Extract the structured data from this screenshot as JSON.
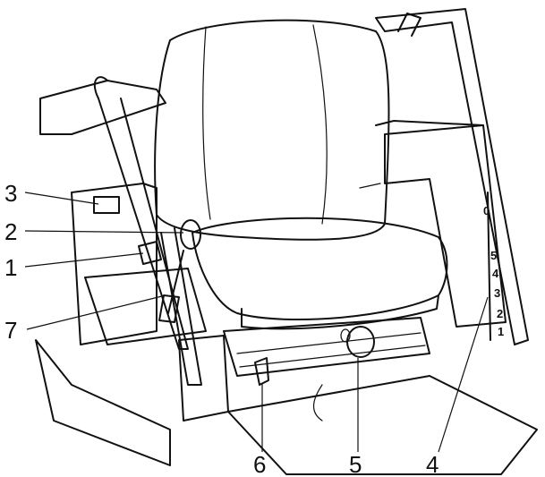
{
  "callouts": [
    {
      "id": "1",
      "label": "1"
    },
    {
      "id": "2",
      "label": "2"
    },
    {
      "id": "3",
      "label": "3"
    },
    {
      "id": "4",
      "label": "4"
    },
    {
      "id": "5",
      "label": "5"
    },
    {
      "id": "6",
      "label": "6"
    },
    {
      "id": "7",
      "label": "7"
    }
  ],
  "scale_marks": [
    "0",
    "5",
    "4",
    "3",
    "2",
    "1"
  ],
  "colors": {
    "seat_fill": "#e6e6e6",
    "panel_fill": "#ebebeb",
    "knob_fill": "#bdbdbd",
    "line": "#111111"
  }
}
